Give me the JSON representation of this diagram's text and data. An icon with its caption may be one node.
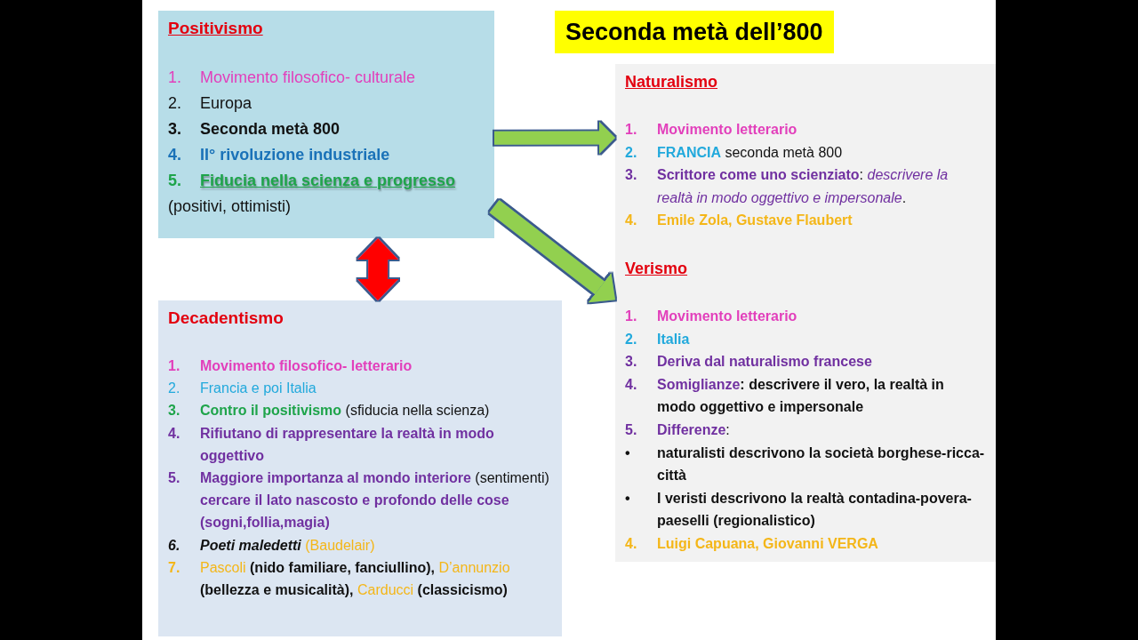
{
  "diagram": {
    "title": "Seconda metà dell’800",
    "nodes": [
      {
        "text": [
          "Positivismo",
          "1. Movimento filosofico- culturale",
          "2. Europa",
          "3. Seconda metà 800",
          "4. II° rivoluzione industriale",
          "5. Fiducia nella scienza e progresso",
          "(positivi, ottimisti)"
        ]
      },
      {
        "text": [],
        "shape": "box"
      },
      {
        "text": [
          "Naturalismo",
          "1. Movimento letterario",
          "2. **FRANCIA** seconda metà 800",
          "3. **Scrittore come uno scienziato**: *descrivere la realtà in modo oggettivo e impersonale*.",
          "4. Emile Zola, Gustave Flaubert"
        ],
        "in": 1
      },
      {
        "text": [
          "Verismo",
          "1. Movimento letterario",
          "2. Italia",
          "3. Deriva dal naturalismo francese",
          "4. **Somiglianze**: descrivere il vero, la realtà in modo oggettivo e impersonale",
          "5. **Differenze**:",
          "• naturalisti descrivono la società borghese-ricca- città",
          "• I veristi descrivono la realtà contadina-povera-paeselli (regionalistico)",
          "4. Luigi Capuana, Giovanni VERGA"
        ],
        "in": 1
      },
      {
        "text": [
          "Decadentismo",
          "1. Movimento filosofico- letterario",
          "2. Francia e poi Italia",
          "3. **Contro il positivismo** (sfiducia nella scienza)",
          "4. Rifiutano di rappresentare la realtà in modo oggettivo",
          "5. **Maggiore importanza al mondo interiore** (sentimenti) **cercare il lato nascosto e profondo delle cose (sogni,follia,magia)**",
          "6. **Poeti maledetti** (Baudelair)",
          "7. Pascoli **(nido familiare, fanciullino),** D’annunzio **(bellezza e musicalità),** Carducci **(classicismo)**"
        ]
      }
    ],
    "edges": [
      {
        "from": 0,
        "to": 2,
        "arrow": "to"
      },
      {
        "from": 0,
        "to": 3,
        "arrow": "to"
      },
      {
        "from": 0,
        "to": 4,
        "arrow": "both",
        "color": "#ff0000"
      }
    ]
  }
}
